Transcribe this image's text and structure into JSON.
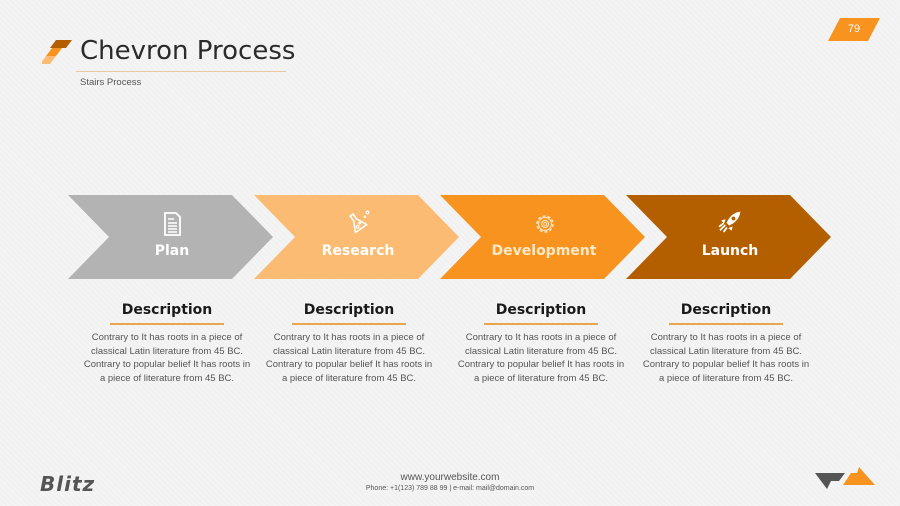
{
  "header": {
    "title": "Chevron Process",
    "subtitle": "Stairs Process",
    "page_number": "79"
  },
  "colors": {
    "accent": "#f7931e",
    "plan": "#b3b3b3",
    "research": "#fbbb72",
    "development": "#f7931e",
    "launch": "#b35f00",
    "divider": "#e8a650"
  },
  "steps": [
    {
      "label": "Plan",
      "icon": "document-icon"
    },
    {
      "label": "Research",
      "icon": "flask-icon"
    },
    {
      "label": "Development",
      "icon": "gear-icon"
    },
    {
      "label": "Launch",
      "icon": "rocket-icon"
    }
  ],
  "descriptions": [
    {
      "title": "Description",
      "body": "Contrary to It has roots in a piece of classical Latin literature from 45 BC. Contrary to popular belief It has roots in a piece of literature from 45 BC."
    },
    {
      "title": "Description",
      "body": "Contrary to It has roots in a piece of classical Latin literature from 45 BC. Contrary to popular belief It has roots in a piece of literature from 45 BC."
    },
    {
      "title": "Description",
      "body": "Contrary to It has roots in a piece of classical Latin literature from 45 BC. Contrary to popular belief It has roots in a piece of literature from 45 BC."
    },
    {
      "title": "Description",
      "body": "Contrary to It has roots in a piece of classical Latin literature from 45 BC. Contrary to popular belief It has roots in a piece of literature from 45 BC."
    }
  ],
  "footer": {
    "logo": "Blitz",
    "website": "www.yourwebsite.com",
    "contact": "Phone: +1(123) 789 88 99 | e-mail: mail@domain.com"
  }
}
